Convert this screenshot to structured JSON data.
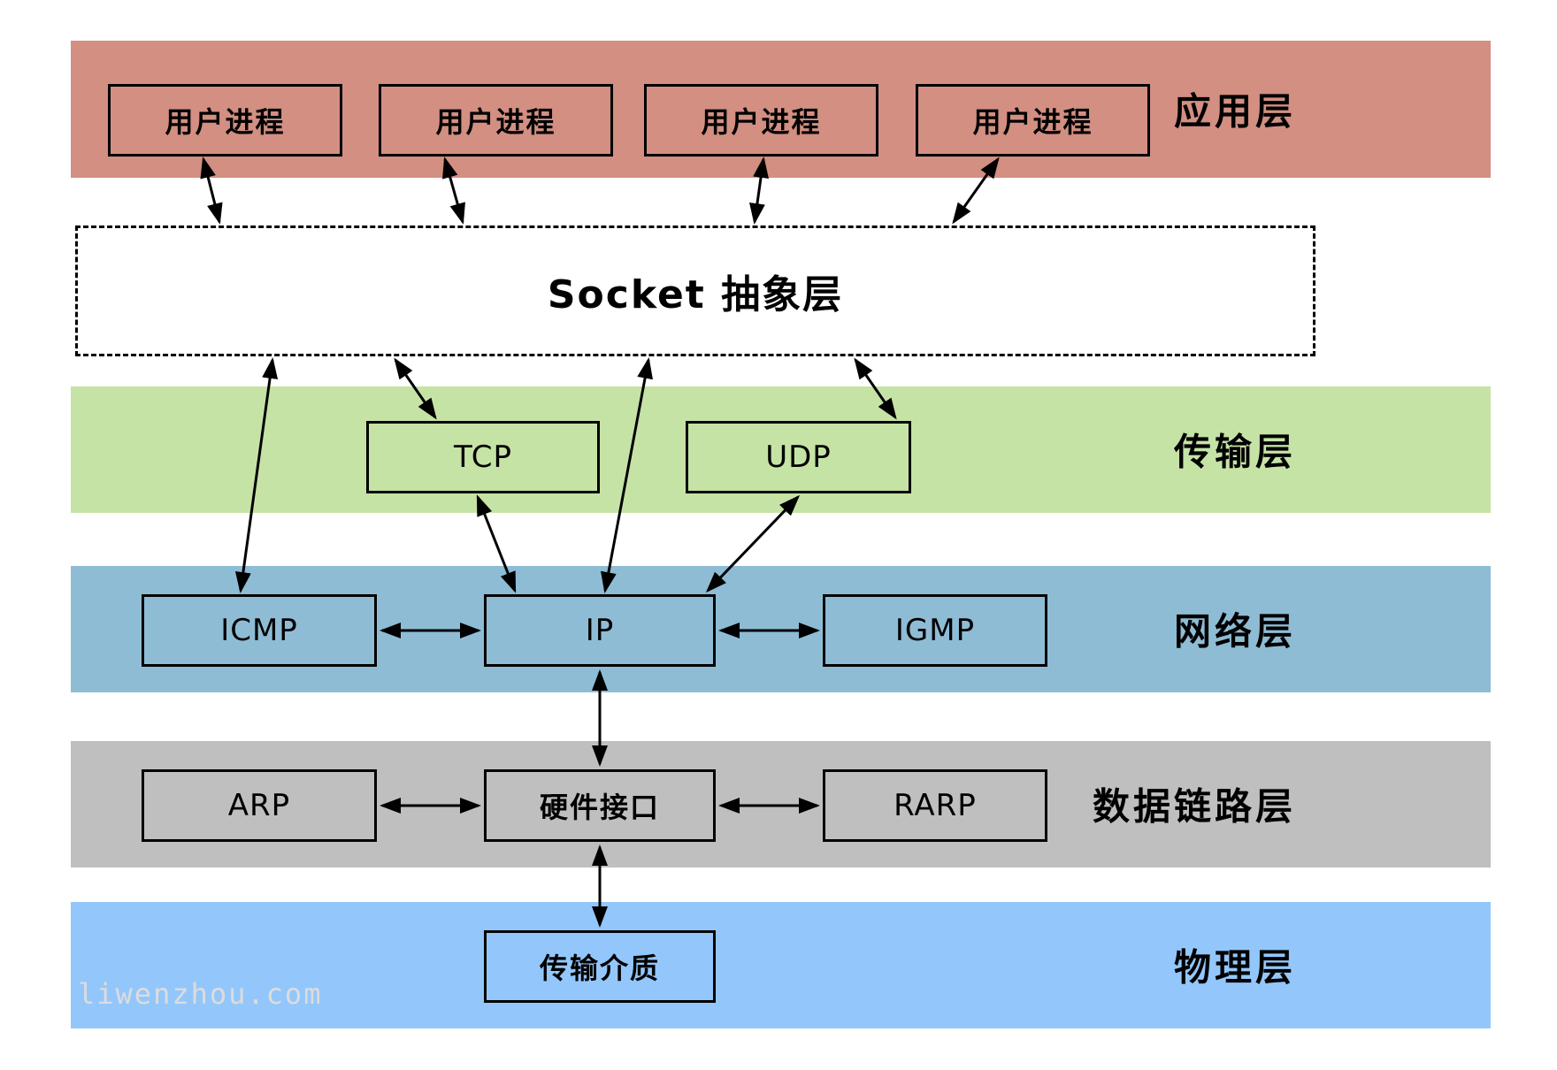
{
  "layers": {
    "application": {
      "label": "应用层",
      "color": "#D28F82",
      "boxes": [
        "用户进程",
        "用户进程",
        "用户进程",
        "用户进程"
      ]
    },
    "socket": {
      "label": "Socket 抽象层"
    },
    "transport": {
      "label": "传输层",
      "color": "#C6E3A6",
      "boxes": [
        "TCP",
        "UDP"
      ]
    },
    "network": {
      "label": "网络层",
      "color": "#8FBCD5",
      "boxes": [
        "ICMP",
        "IP",
        "IGMP"
      ]
    },
    "datalink": {
      "label": "数据链路层",
      "color": "#BFBFBF",
      "boxes": [
        "ARP",
        "硬件接口",
        "RARP"
      ]
    },
    "physical": {
      "label": "物理层",
      "color": "#93C7FB",
      "boxes": [
        "传输介质"
      ]
    }
  },
  "connections": [
    {
      "from": "用户进程-1",
      "to": "Socket 抽象层",
      "bidirectional": true
    },
    {
      "from": "用户进程-2",
      "to": "Socket 抽象层",
      "bidirectional": true
    },
    {
      "from": "用户进程-3",
      "to": "Socket 抽象层",
      "bidirectional": true
    },
    {
      "from": "用户进程-4",
      "to": "Socket 抽象层",
      "bidirectional": true
    },
    {
      "from": "Socket 抽象层",
      "to": "ICMP",
      "bidirectional": true
    },
    {
      "from": "Socket 抽象层",
      "to": "TCP",
      "bidirectional": true
    },
    {
      "from": "Socket 抽象层",
      "to": "IP",
      "bidirectional": true
    },
    {
      "from": "Socket 抽象层",
      "to": "UDP",
      "bidirectional": true
    },
    {
      "from": "TCP",
      "to": "IP",
      "bidirectional": true
    },
    {
      "from": "UDP",
      "to": "IP",
      "bidirectional": true
    },
    {
      "from": "ICMP",
      "to": "IP",
      "bidirectional": true
    },
    {
      "from": "IP",
      "to": "IGMP",
      "bidirectional": true
    },
    {
      "from": "IP",
      "to": "硬件接口",
      "bidirectional": true
    },
    {
      "from": "ARP",
      "to": "硬件接口",
      "bidirectional": true
    },
    {
      "from": "硬件接口",
      "to": "RARP",
      "bidirectional": true
    },
    {
      "from": "硬件接口",
      "to": "传输介质",
      "bidirectional": true
    }
  ],
  "watermark": "liwenzhou.com"
}
